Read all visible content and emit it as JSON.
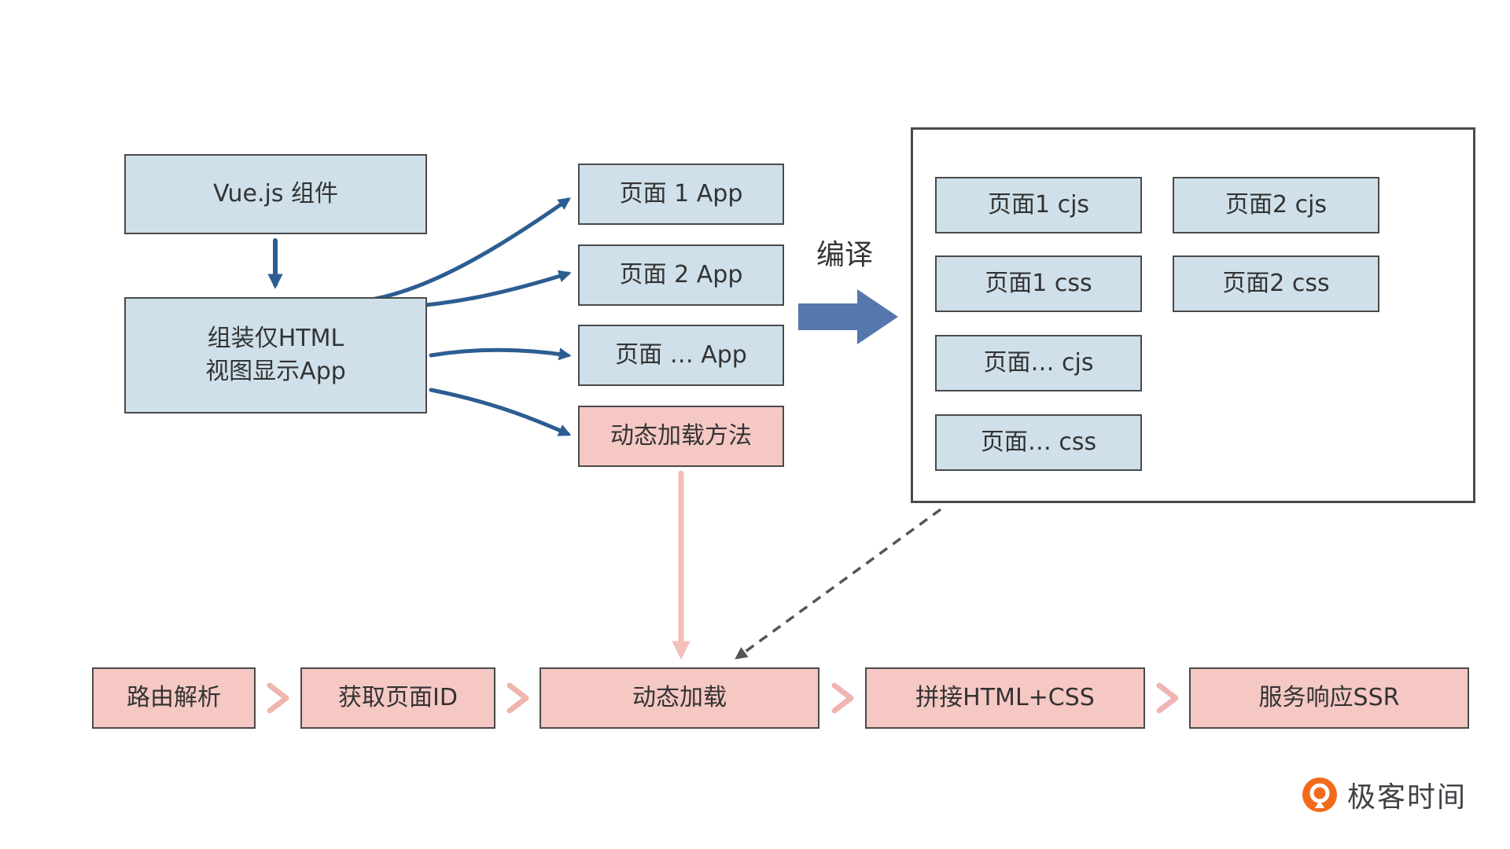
{
  "colors": {
    "box_blue": "#cfe0ea",
    "box_pink": "#f5c8c4",
    "border": "#4a4a4a",
    "text": "#333333",
    "arrow_blue": "#2c5d92",
    "arrow_big_blue": "#5577ad",
    "arrow_pink": "#f2bfbb",
    "arrow_dashed": "#555555",
    "logo_orange": "#f26b1d"
  },
  "left_flow": {
    "vue_component": "Vue.js 组件",
    "assemble_line1": "组装仅HTML",
    "assemble_line2": "视图显示App"
  },
  "middle_apps": {
    "page1": "页面 1 App",
    "page2": "页面 2 App",
    "page_more": "页面 … App",
    "dynamic_method": "动态加载方法"
  },
  "compile": {
    "label": "编译"
  },
  "output_box": {
    "page1_cjs": "页面1 cjs",
    "page2_cjs": "页面2 cjs",
    "page1_css": "页面1 css",
    "page2_css": "页面2 css",
    "page_more_cjs": "页面… cjs",
    "page_more_css": "页面… css"
  },
  "pipeline": [
    "路由解析",
    "获取页面ID",
    "动态加载",
    "拼接HTML+CSS",
    "服务响应SSR"
  ],
  "logo": {
    "text": "极客时间"
  }
}
